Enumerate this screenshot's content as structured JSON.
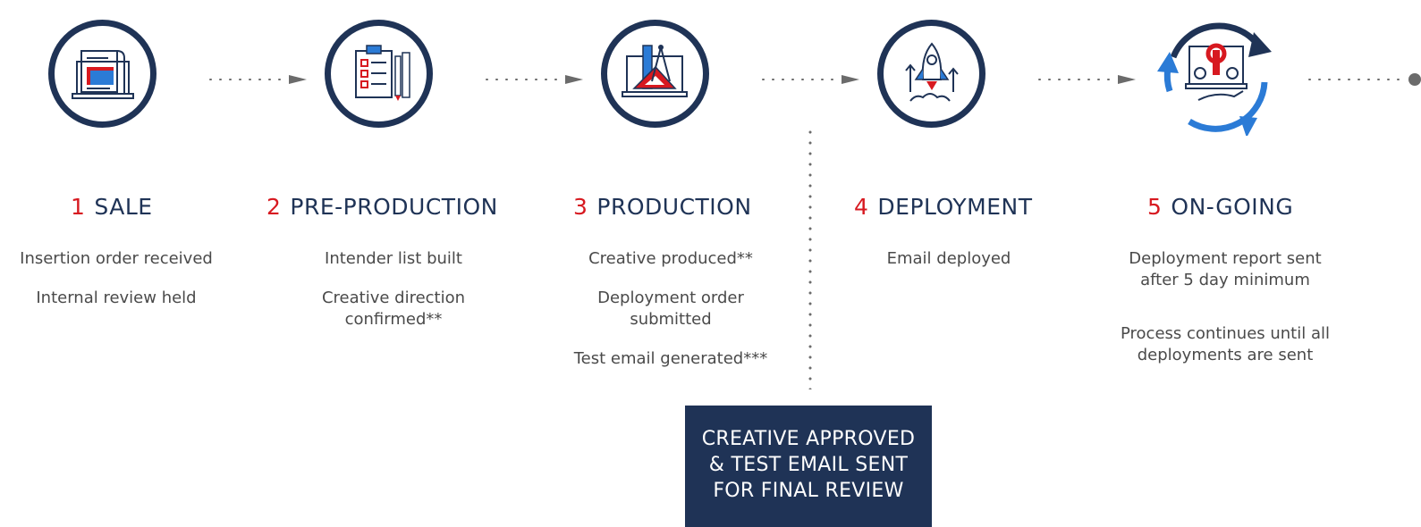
{
  "stages": [
    {
      "num": "1",
      "title": "SALE",
      "icon": "laptop-document-icon",
      "items": [
        "Insertion order received",
        "Internal review held"
      ]
    },
    {
      "num": "2",
      "title": "PRE-PRODUCTION",
      "icon": "clipboard-checklist-icon",
      "items": [
        "Intender list built",
        "Creative direction\nconfirmed**"
      ]
    },
    {
      "num": "3",
      "title": "PRODUCTION",
      "icon": "design-tools-icon",
      "items": [
        "Creative produced**",
        "Deployment order\nsubmitted",
        "Test email generated***"
      ]
    },
    {
      "num": "4",
      "title": "DEPLOYMENT",
      "icon": "rocket-launch-icon",
      "items": [
        "Email deployed"
      ]
    },
    {
      "num": "5",
      "title": "ON-GOING",
      "icon": "maintenance-cycle-icon",
      "items": [
        "Deployment report sent\nafter 5 day minimum",
        "Process continues until all\ndeployments are sent"
      ]
    }
  ],
  "approval_box": {
    "lines": [
      "CREATIVE APPROVED",
      "& TEST EMAIL SENT",
      "FOR FINAL REVIEW"
    ]
  },
  "colors": {
    "navy": "#1f3356",
    "red": "#d71920",
    "blue": "#2b7bd6",
    "text": "#4a4a4a"
  }
}
